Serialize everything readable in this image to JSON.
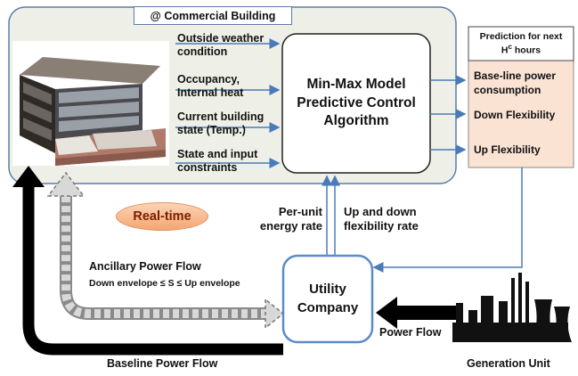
{
  "commercial_building": {
    "title": "@ Commercial Building"
  },
  "inputs": [
    {
      "line1": "Outside weather",
      "line2": "condition"
    },
    {
      "line1": "Occupancy,",
      "line2": "Internal heat"
    },
    {
      "line1": "Current building",
      "line2": "state (Temp.)"
    },
    {
      "line1": "State and input",
      "line2": "constraints"
    }
  ],
  "algorithm": {
    "line1": "Min-Max Model",
    "line2": "Predictive Control",
    "line3": "Algorithm"
  },
  "prediction": {
    "header_line1": "Prediction for next",
    "header_line2": "Hc hours",
    "items": [
      "Base-line power consumption",
      "Down Flexibility",
      "Up Flexibility"
    ]
  },
  "realtime_label": "Real-time",
  "per_unit_rate": {
    "line1": "Per-unit",
    "line2": "energy rate"
  },
  "flex_rate": {
    "line1": "Up and down",
    "line2": "flexibility rate"
  },
  "utility": {
    "line1": "Utility",
    "line2": "Company"
  },
  "ancillary": {
    "line1": "Ancillary Power Flow",
    "line2": "Down envelope ≤ S ≤ Up envelope"
  },
  "baseline_flow": "Baseline Power Flow",
  "power_flow": "Power Flow",
  "generation_unit": "Generation Unit",
  "colors": {
    "building_panel": "#eef0e8",
    "prediction_panel": "#fbe3d4",
    "arrow_blue": "#4a7ab8",
    "realtime_fill": "#f6b98a",
    "utility_border": "#5b8cc8"
  }
}
